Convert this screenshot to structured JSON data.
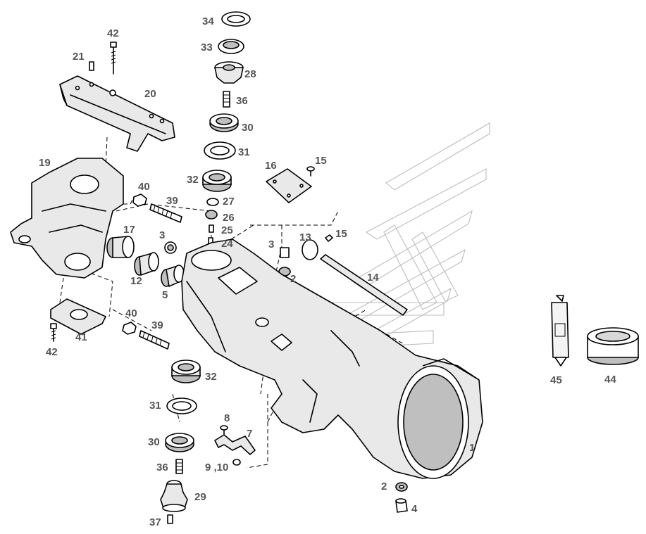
{
  "diagram": {
    "labels": [
      {
        "key": "34",
        "text": "34"
      },
      {
        "key": "33",
        "text": "33"
      },
      {
        "key": "28",
        "text": "28"
      },
      {
        "key": "36a",
        "text": "36"
      },
      {
        "key": "30a",
        "text": "30"
      },
      {
        "key": "31a",
        "text": "31"
      },
      {
        "key": "32a",
        "text": "32"
      },
      {
        "key": "27",
        "text": "27"
      },
      {
        "key": "26",
        "text": "26"
      },
      {
        "key": "25",
        "text": "25"
      },
      {
        "key": "24",
        "text": "24"
      },
      {
        "key": "42a",
        "text": "42"
      },
      {
        "key": "21",
        "text": "21"
      },
      {
        "key": "20",
        "text": "20"
      },
      {
        "key": "19",
        "text": "19"
      },
      {
        "key": "40a",
        "text": "40"
      },
      {
        "key": "39a",
        "text": "39"
      },
      {
        "key": "17",
        "text": "17"
      },
      {
        "key": "3a",
        "text": "3"
      },
      {
        "key": "12",
        "text": "12"
      },
      {
        "key": "5",
        "text": "5"
      },
      {
        "key": "16",
        "text": "16"
      },
      {
        "key": "15a",
        "text": "15"
      },
      {
        "key": "13",
        "text": "13"
      },
      {
        "key": "15b",
        "text": "15"
      },
      {
        "key": "3b",
        "text": "3"
      },
      {
        "key": "2a",
        "text": "2"
      },
      {
        "key": "14",
        "text": "14"
      },
      {
        "key": "40b",
        "text": "40"
      },
      {
        "key": "39b",
        "text": "39"
      },
      {
        "key": "41",
        "text": "41"
      },
      {
        "key": "42b",
        "text": "42"
      },
      {
        "key": "32b",
        "text": "32"
      },
      {
        "key": "31b",
        "text": "31"
      },
      {
        "key": "30b",
        "text": "30"
      },
      {
        "key": "36b",
        "text": "36"
      },
      {
        "key": "29",
        "text": "29"
      },
      {
        "key": "37",
        "text": "37"
      },
      {
        "key": "8",
        "text": "8"
      },
      {
        "key": "7",
        "text": "7"
      },
      {
        "key": "910",
        "text": "9 ,10"
      },
      {
        "key": "1",
        "text": "1"
      },
      {
        "key": "2b",
        "text": "2"
      },
      {
        "key": "4",
        "text": "4"
      },
      {
        "key": "45",
        "text": "45"
      },
      {
        "key": "44",
        "text": "44"
      }
    ]
  }
}
